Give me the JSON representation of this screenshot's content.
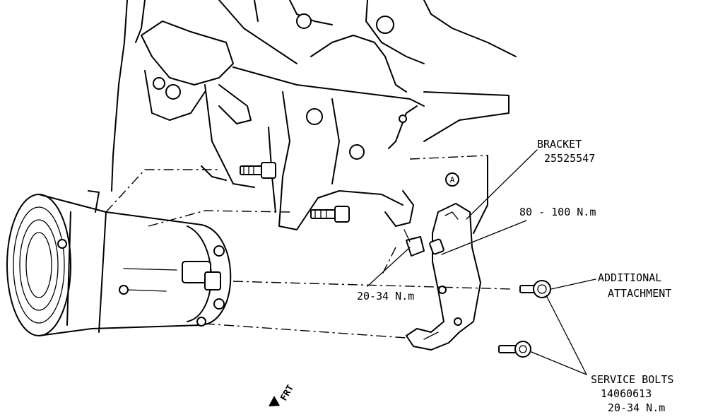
{
  "labels": {
    "bracket_name": "BRACKET",
    "bracket_part": "25525547",
    "torque_upper": "80 - 100 N.m",
    "torque_center": "20-34 N.m",
    "additional_line1": "ADDITIONAL",
    "additional_line2": "ATTACHMENT",
    "service_bolts": "SERVICE BOLTS",
    "service_part": "14060613",
    "service_torque": "20-34 N.m",
    "callout_a": "A",
    "front_marker": "FRT"
  }
}
